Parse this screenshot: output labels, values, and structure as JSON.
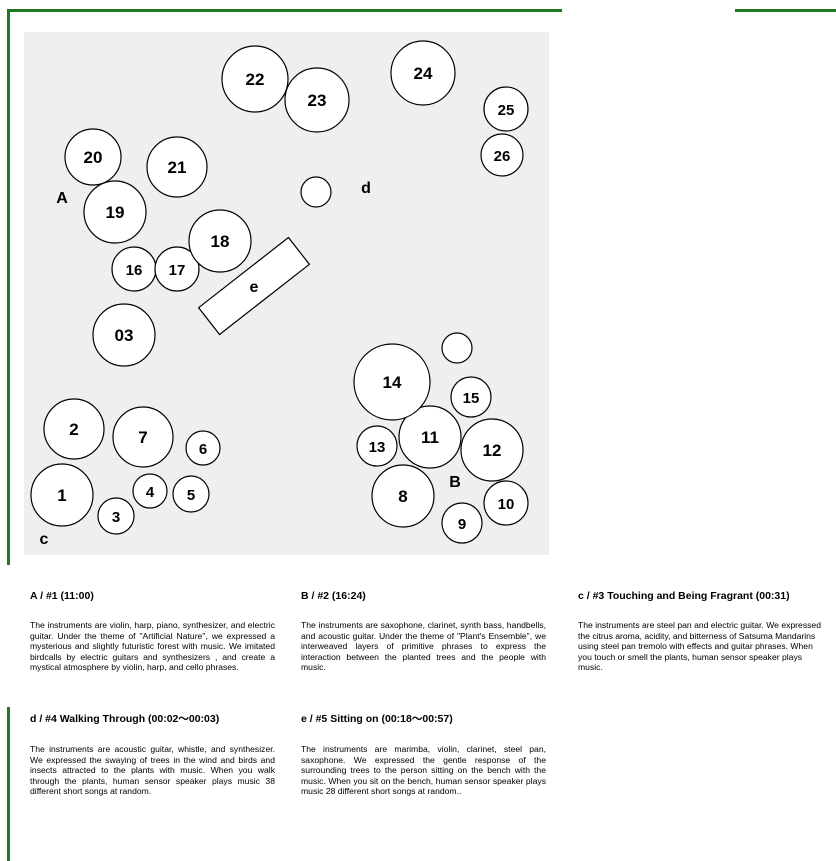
{
  "colors": {
    "frame_green": "#1e7a1e",
    "plan_bg": "#efefef",
    "stroke": "#000000"
  },
  "plan": {
    "speakers": [
      "1",
      "2",
      "3",
      "4",
      "5",
      "6",
      "7",
      "8",
      "9",
      "10",
      "11",
      "12",
      "13",
      "14",
      "15",
      "16",
      "17",
      "18",
      "19",
      "20",
      "21",
      "22",
      "23",
      "24",
      "25",
      "26",
      "03",
      "",
      ""
    ],
    "area_labels": [
      "A",
      "B",
      "c",
      "d"
    ],
    "bench_label": "e"
  },
  "sections": [
    {
      "id": "a",
      "heading": "A / #1 (11:00)",
      "body": "The instruments are violin, harp, piano, synthesizer, and electric guitar. Under the theme of \"Artificial Nature\", we expressed a mysterious and slightly futuristic forest with music. We imitated birdcalls by electric guitars and synthesizers , and create a mystical atmosphere by violin, harp, and cello phrases."
    },
    {
      "id": "b",
      "heading": "B / #2 (16:24)",
      "body": "The instruments are saxophone, clarinet, synth bass, handbells, and acoustic guitar. Under the theme of \"Plant's Ensemble\", we interweaved layers of primitive phrases to express the interaction between the planted trees and the people with music."
    },
    {
      "id": "c",
      "heading": "c / #3 Touching and Being Fragrant (00:31)",
      "body": "The instruments are steel pan and electric guitar. We expressed the citrus aroma, acidity, and bitterness of Satsuma Mandarins using steel pan tremolo with effects and guitar phrases. When you touch or smell the plants, human sensor speaker plays music."
    },
    {
      "id": "d",
      "heading": "d / #4 Walking Through (00:02〜00:03)",
      "body": "The instruments are acoustic guitar, whistle, and synthesizer. We expressed the swaying of trees in the wind and birds and insects attracted to the plants with music. When you walk through the plants, human sensor speaker plays music 38 different short songs at random."
    },
    {
      "id": "e",
      "heading": "e / #5 Sitting on (00:18〜00:57)",
      "body": "The instruments are marimba, violin, clarinet, steel pan, saxophone. We expressed the gentle response of the surrounding trees to the person sitting on the bench with the music. When you sit on the bench, human sensor speaker plays music 28 different short songs at random.."
    }
  ]
}
